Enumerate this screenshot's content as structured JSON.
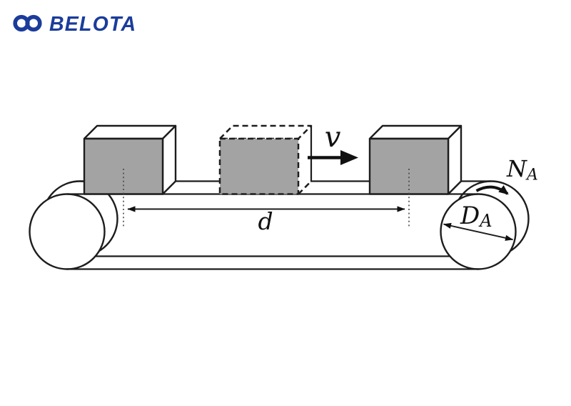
{
  "logo": {
    "brand": "BELOTA",
    "mark": "infinity"
  },
  "colors": {
    "brand_blue": "#1b3c9b",
    "box_gray": "#a3a3a3",
    "line": "#1d1d1d"
  },
  "labels": {
    "velocity": "v",
    "distance": "d",
    "rotation_main": "N",
    "rotation_sub": "A",
    "diameter_main": "D",
    "diameter_sub": "A"
  }
}
